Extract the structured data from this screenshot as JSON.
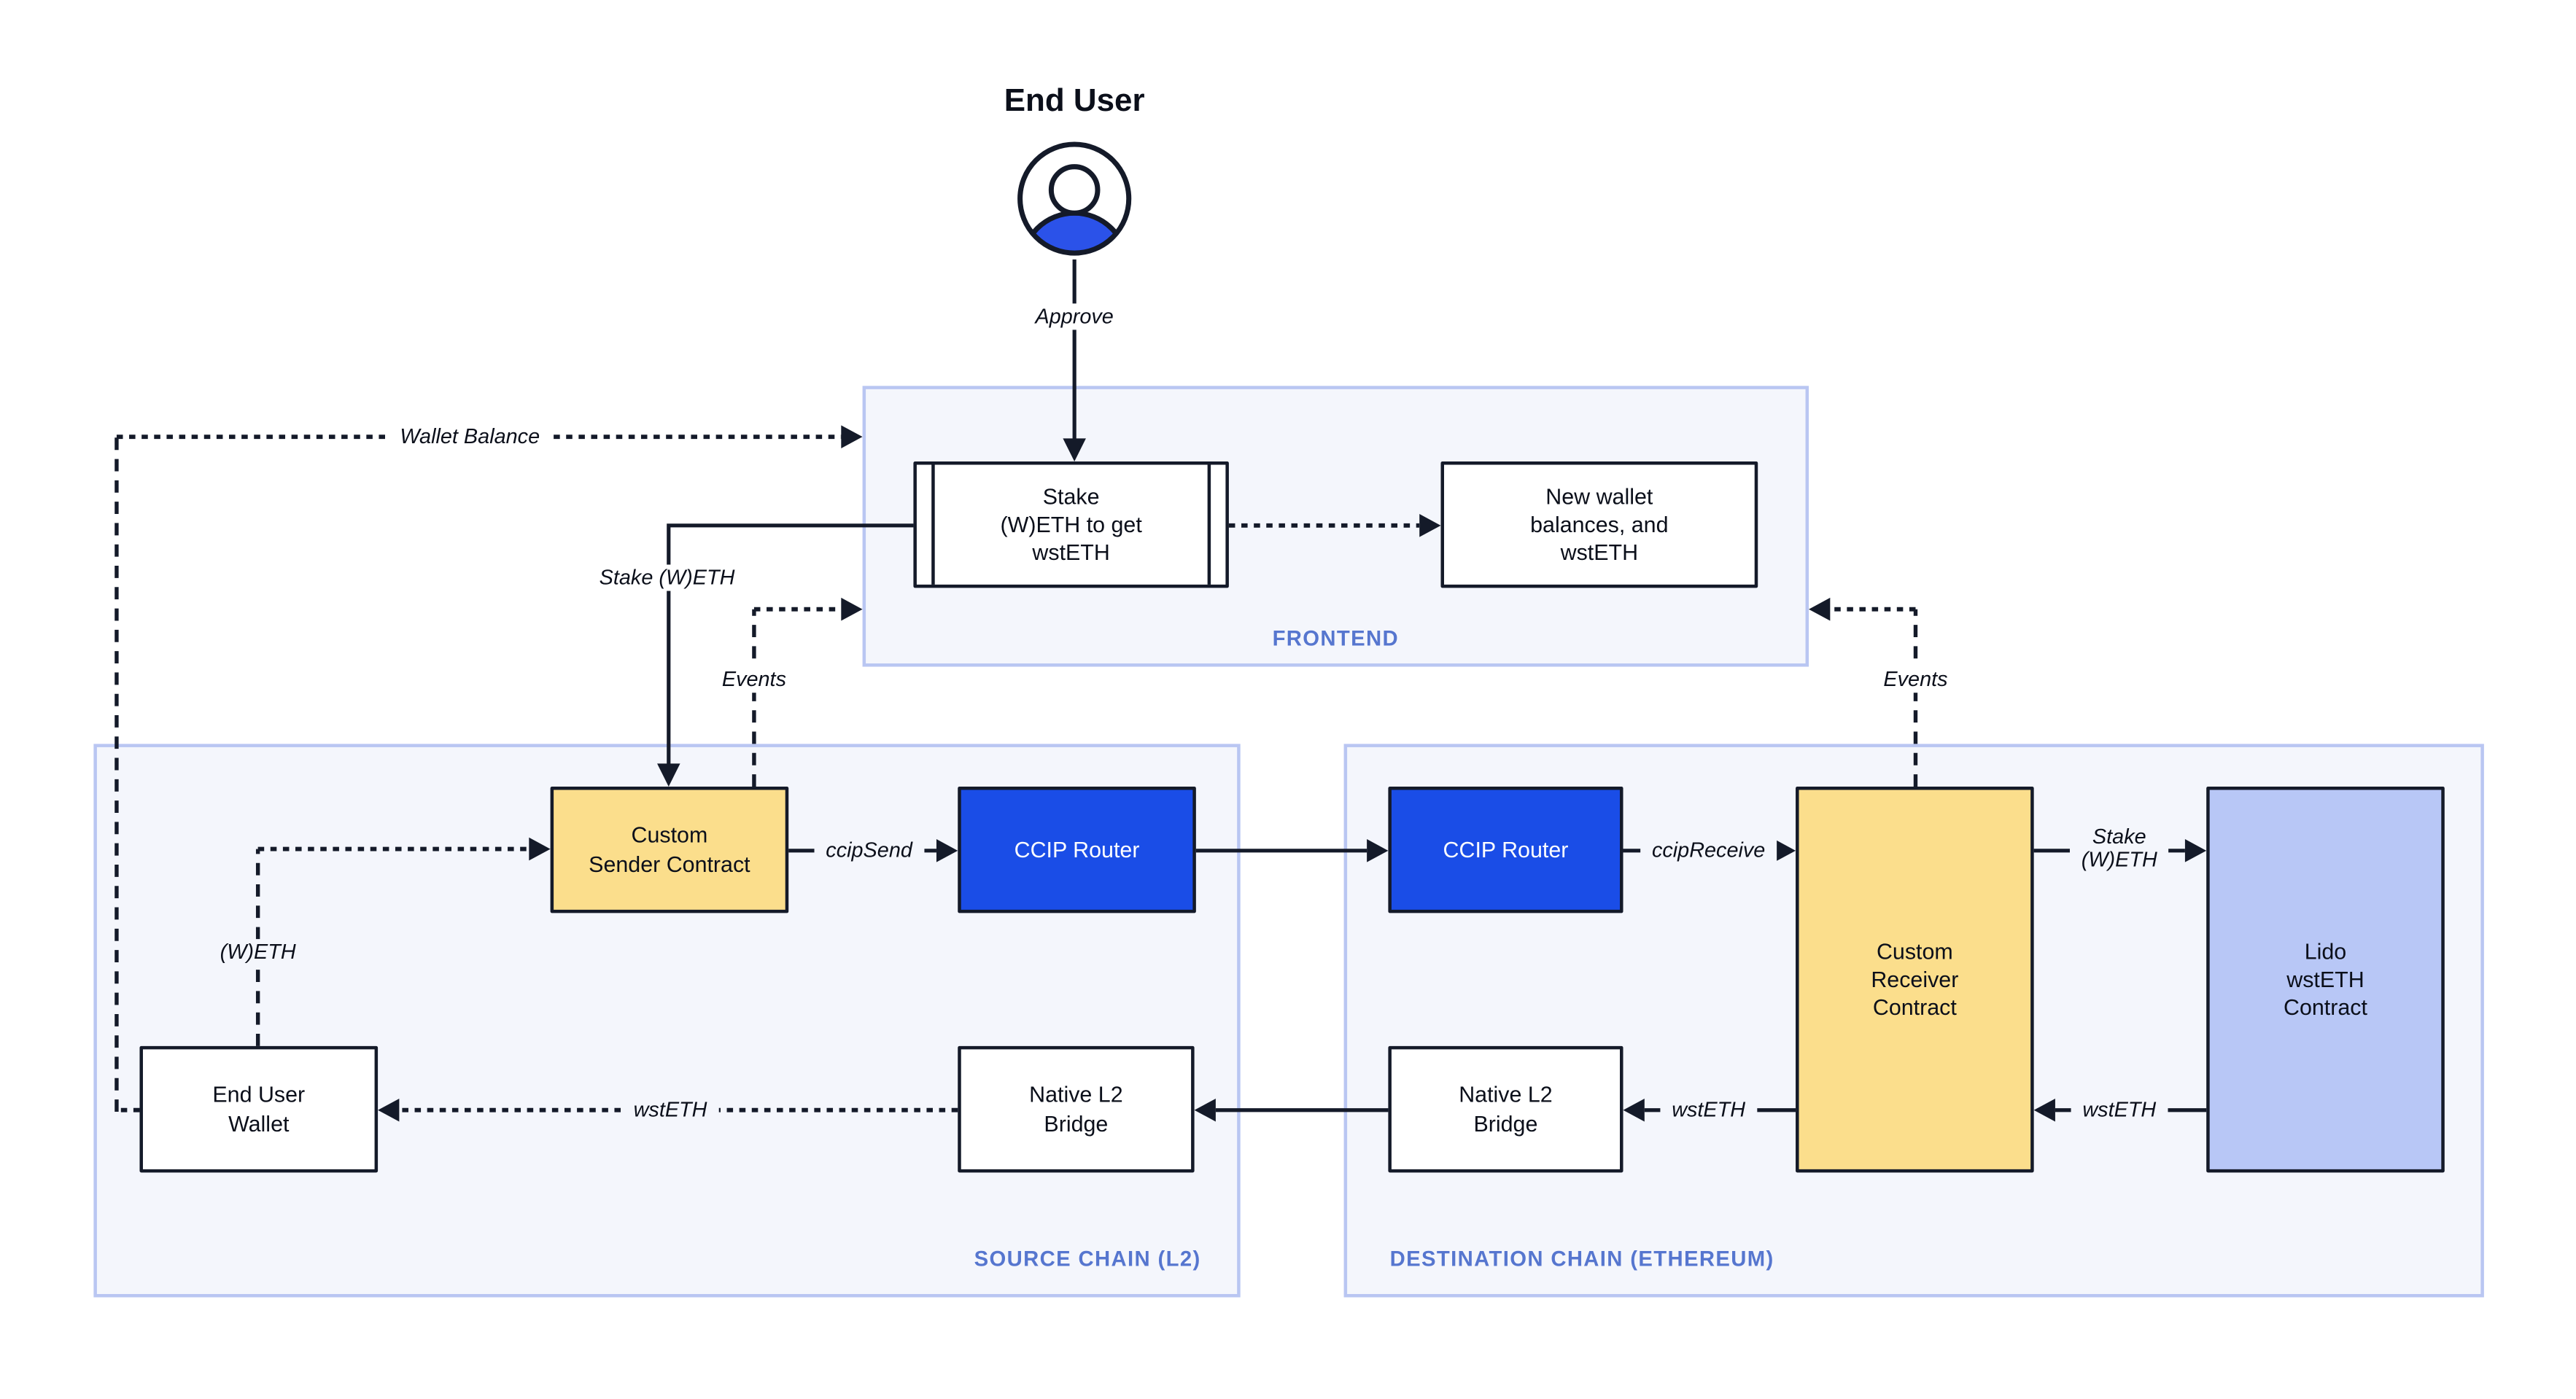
{
  "colors": {
    "router_blue": "#1A4DE7",
    "contract_yellow": "#FBDE8C",
    "lido_lavender": "#B8C7F6",
    "zone_background": "#F4F6FC",
    "zone_border": "#B9C6F2",
    "zone_label_blue": "#5676CF",
    "ink": "#141A29",
    "avatar_blue": "#2B52E9"
  },
  "actor": {
    "label": "End User",
    "action": "Approve"
  },
  "frontend": {
    "label": "FRONTEND",
    "stake_box": "Stake\n(W)ETH to get\nwstETH",
    "result_box": "New wallet\nbalances, and\nwstETH"
  },
  "source_chain": {
    "label": "SOURCE CHAIN (L2)",
    "custom_sender": "Custom\nSender Contract",
    "ccip_router": "CCIP Router",
    "end_user_wallet": "End User\nWallet",
    "native_bridge": "Native L2\nBridge"
  },
  "destination_chain": {
    "label": "DESTINATION CHAIN (ETHEREUM)",
    "ccip_router": "CCIP Router",
    "custom_receiver": "Custom\nReceiver\nContract",
    "lido_contract": "Lido\nwstETH\nContract",
    "native_bridge": "Native L2\nBridge"
  },
  "edge_labels": {
    "wallet_balance": "Wallet Balance",
    "stake_weth": "Stake (W)ETH",
    "events_left": "Events",
    "events_right": "Events",
    "ccip_send": "ccipSend",
    "ccip_receive": "ccipReceive",
    "stake_weth_right": "Stake\n(W)ETH",
    "wsteth_to_bridge": "wstETH",
    "wsteth_to_receiver": "wstETH",
    "wsteth_to_wallet": "wstETH",
    "weth_to_sender": "(W)ETH"
  }
}
